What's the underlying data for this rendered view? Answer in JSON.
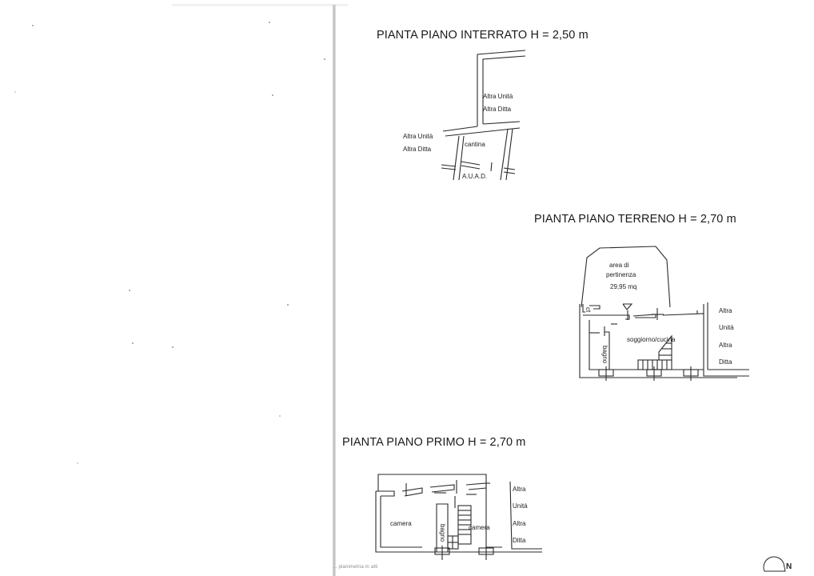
{
  "document": {
    "type": "planimetria catastale (scanned floor plans)",
    "left_page": "blank scanned page"
  },
  "plans": {
    "interrato": {
      "title": "PIANTA PIANO INTERRATO H = 2,50 m",
      "labels": {
        "neighbor_top_line1": "Altra Unità",
        "neighbor_top_line2": "Altra Ditta",
        "neighbor_left_line1": "Altra Unità",
        "neighbor_left_line2": "Altra Ditta",
        "room": "cantina",
        "bottom": "A.U.A.D."
      }
    },
    "terreno": {
      "title": "PIANTA PIANO TERRENO H = 2,70 m",
      "labels": {
        "area_line1": "area di",
        "area_line2": "pertinenza",
        "area_size": "29,95 mq",
        "ct": "ct",
        "living": "soggiorno/cucina",
        "bath": "bagno",
        "neighbor": [
          "Altra",
          "Unità",
          "Altra",
          "Ditta"
        ]
      }
    },
    "primo": {
      "title": "PIANTA PIANO PRIMO H = 2,70 m",
      "labels": {
        "room_left": "camera",
        "bath": "bagno",
        "room_right": "camera",
        "neighbor": [
          "Altra",
          "Unità",
          "Altra",
          "Ditta"
        ]
      }
    }
  },
  "footer": {
    "note": "... planimetria in atti",
    "compass_label": "N",
    "compass_icon": "north-arrow-icon"
  }
}
